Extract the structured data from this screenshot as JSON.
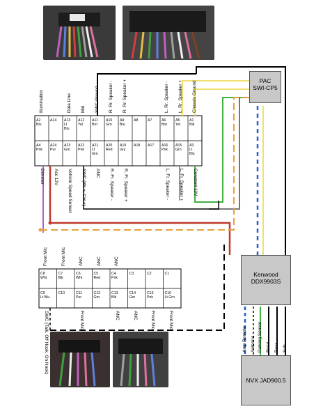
{
  "top_connector_pins": [
    {
      "code": "A2",
      "color": "Blu",
      "top_label": "Illumination"
    },
    {
      "code": "A14",
      "color": "",
      "top_label": ""
    },
    {
      "code": "A13",
      "color": "Lt\nBlu",
      "top_label": "Data Line"
    },
    {
      "code": "A12",
      "color": "Yel",
      "top_label": "Mid"
    },
    {
      "code": "A11",
      "color": "Brn",
      "top_label": "SWC Ground"
    },
    {
      "code": "A10",
      "color": "Grn",
      "top_label": "R. Rr. Speaker -"
    },
    {
      "code": "A9",
      "color": "Blu",
      "top_label": "R. Rr. Speaker +"
    },
    {
      "code": "A8",
      "color": "",
      "top_label": ""
    },
    {
      "code": "A7",
      "color": "",
      "top_label": ""
    },
    {
      "code": "A6",
      "color": "Brn",
      "top_label": "L. Rr. Speaker -"
    },
    {
      "code": "A5",
      "color": "Yel",
      "top_label": "L. Rr. Speaker +"
    },
    {
      "code": "A1",
      "color": "Blk",
      "top_label": "Chassis Ground"
    }
  ],
  "bottom_connector_pins": [
    {
      "code": "A4",
      "color": "Pnk",
      "bottom_label": "Dimmer"
    },
    {
      "code": "A24",
      "color": "Pur",
      "bottom_label": "Acc 12V"
    },
    {
      "code": "A23",
      "color": "Grn",
      "bottom_label": "Vehicle Speed Sensor"
    },
    {
      "code": "A22",
      "color": "Pnk",
      "bottom_label": "SWC (Wr +, CH +)"
    },
    {
      "code": "A21",
      "color": "Lt\nGrn",
      "bottom_label": "ANC"
    },
    {
      "code": "A20",
      "color": "Red",
      "bottom_label": "R. Fr. Speaker -"
    },
    {
      "code": "A19",
      "color": "Gry",
      "bottom_label": "R. Fr. Speaker +"
    },
    {
      "code": "A18",
      "color": "",
      "bottom_label": ""
    },
    {
      "code": "A17",
      "color": "",
      "bottom_label": ""
    },
    {
      "code": "A16",
      "color": "Pnk",
      "bottom_label": "L. Fr. Speaker -"
    },
    {
      "code": "A15",
      "color": "Grn",
      "bottom_label": "L. Fr. Speaker +"
    },
    {
      "code": "A3",
      "color": "Lt\nBlu",
      "bottom_label": "Constant 12V"
    }
  ],
  "c_connector_top": [
    {
      "code": "C8",
      "color": "Wht",
      "label": "Front Mic"
    },
    {
      "code": "C7",
      "color": "Blk",
      "label": "Front Mic"
    },
    {
      "code": "C6",
      "color": "Wht",
      "label": "ANC"
    },
    {
      "code": "C5",
      "color": "Red",
      "label": "ANC"
    },
    {
      "code": "C4",
      "color": "Pnk",
      "label": "ANC"
    },
    {
      "code": "C3",
      "color": "",
      "label": ""
    },
    {
      "code": "C2",
      "color": "",
      "label": ""
    },
    {
      "code": "C1",
      "color": "",
      "label": ""
    }
  ],
  "c_connector_bottom": [
    {
      "code": "C9",
      "color": "Lt Blu",
      "label": "SWC (Talk, Off Hook, On Hook)"
    },
    {
      "code": "C10",
      "color": "",
      "label": ""
    },
    {
      "code": "C11",
      "color": "Pur",
      "label": "Front Mic"
    },
    {
      "code": "C12",
      "color": "Grn",
      "label": ""
    },
    {
      "code": "C13",
      "color": "Blk",
      "label": "ANC"
    },
    {
      "code": "C14",
      "color": "Grn",
      "label": "ANC"
    },
    {
      "code": "C15",
      "color": "Pnk",
      "label": "Front Mic"
    },
    {
      "code": "C16",
      "color": "Lt Grn",
      "label": "Front Mic"
    }
  ],
  "devices": {
    "pac": {
      "line1": "PAC",
      "line2": "SWI-CP5"
    },
    "kenwood": {
      "line1": "Kenwood",
      "line2": "DDX9903S"
    },
    "nvx": {
      "line1": "NVX JAD900.5"
    }
  },
  "kenwood_outputs": [
    "Amp Remote",
    "Antenna",
    "Parking Sensor",
    "Front",
    "Rear",
    "Sub"
  ],
  "wire_colors": {
    "black": "#000000",
    "red": "#c0392b",
    "orange": "#e8a13a",
    "purple": "#b060c8",
    "blue": "#2060d0",
    "yellow": "#f0e070",
    "gray": "#777777",
    "green": "#40b040"
  }
}
